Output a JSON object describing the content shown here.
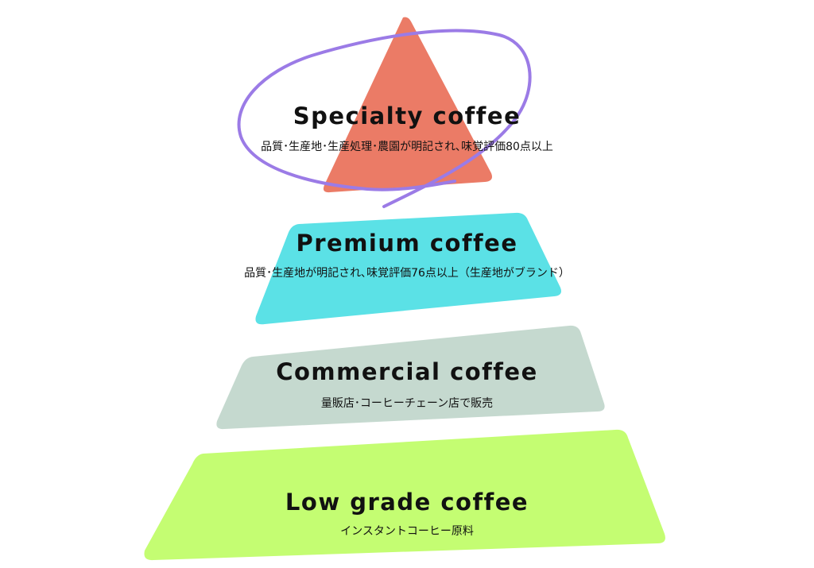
{
  "pyramid": {
    "tiers": [
      {
        "title": "Specialty coffee",
        "description": "品質･生産地･生産処理･農園が明記され､味覚評価80点以上",
        "color": "#EB7B66"
      },
      {
        "title": "Premium coffee",
        "description": "品質･生産地が明記され､味覚評価76点以上（生産地がブランド）",
        "color": "#5BE1E6"
      },
      {
        "title": "Commercial coffee",
        "description": "量販店･コーヒーチェーン店で販売",
        "color": "#C5D9CF"
      },
      {
        "title": "Low grade coffee",
        "description": "インスタントコーヒー原料",
        "color": "#C4FD72"
      }
    ],
    "highlight_color": "#9B7BE6"
  }
}
